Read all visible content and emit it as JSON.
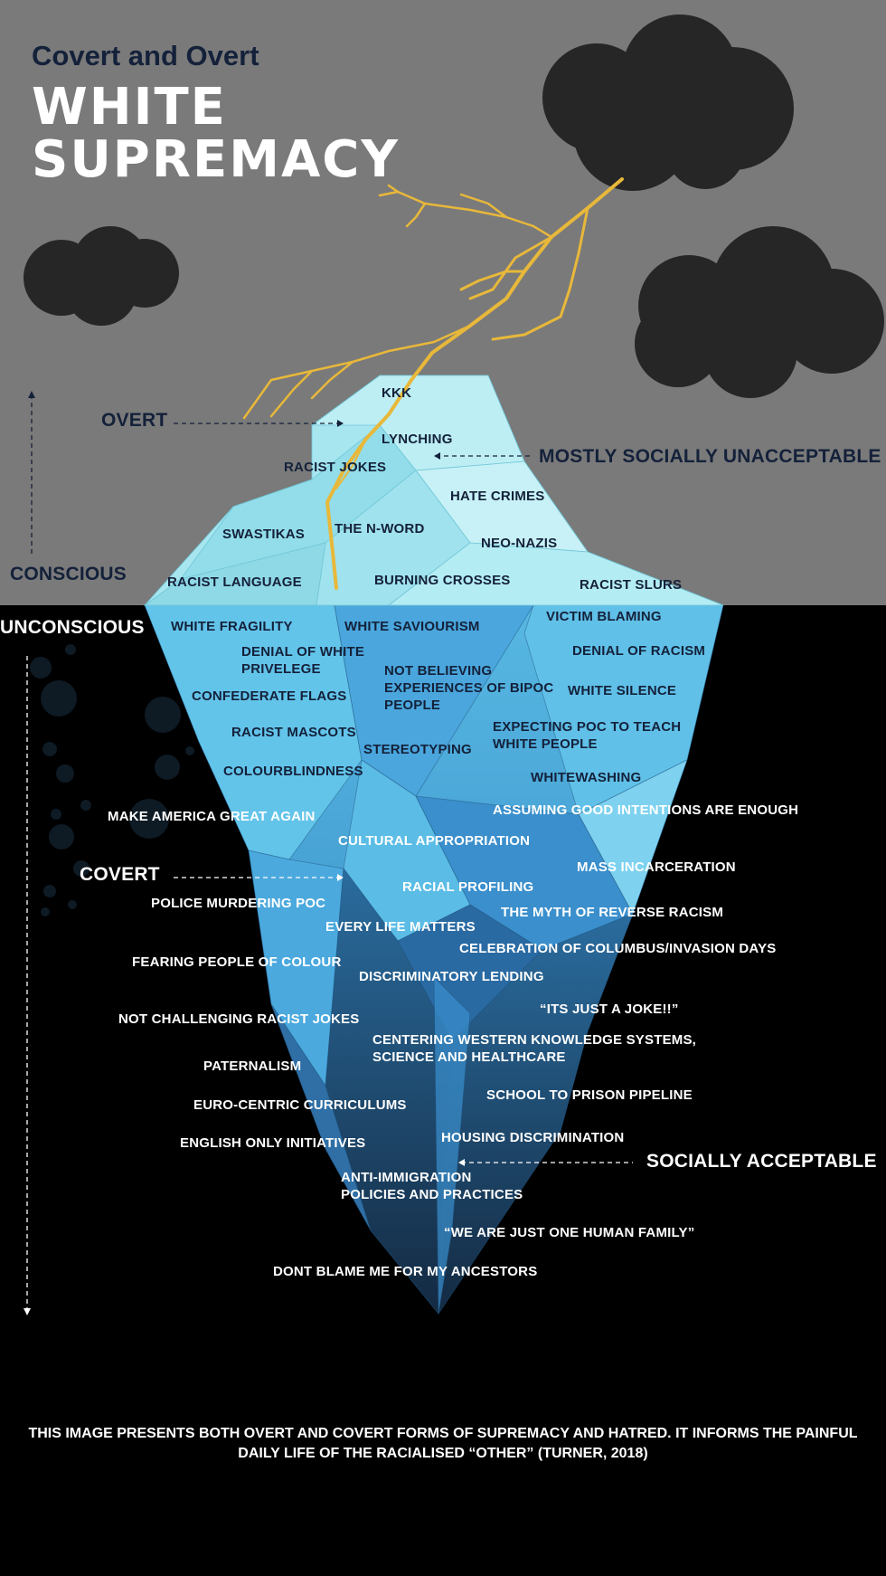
{
  "title": {
    "subtitle": "Covert and Overt",
    "main": "WHITE\nSUPREMACY"
  },
  "side_labels": {
    "overt": "OVERT",
    "covert": "COVERT",
    "conscious": "CONSCIOUS",
    "unconscious": "UNCONSCIOUS",
    "mostly_unacceptable": "MOSTLY SOCIALLY UNACCEPTABLE",
    "socially_acceptable": "SOCIALLY ACCEPTABLE"
  },
  "above_water": [
    "KKK",
    "LYNCHING",
    "RACIST JOKES",
    "HATE CRIMES",
    "SWASTIKAS",
    "THE N-WORD",
    "NEO-NAZIS",
    "RACIST LANGUAGE",
    "BURNING CROSSES",
    "RACIST SLURS"
  ],
  "below_water": [
    "WHITE FRAGILITY",
    "WHITE SAVIOURISM",
    "VICTIM BLAMING",
    "DENIAL OF WHITE\nPRIVELEGE",
    "DENIAL OF RACISM",
    "NOT BELIEVING\nEXPERIENCES OF BIPOC\nPEOPLE",
    "CONFEDERATE FLAGS",
    "WHITE SILENCE",
    "RACIST MASCOTS",
    "EXPECTING POC TO TEACH\nWHITE PEOPLE",
    "STEREOTYPING",
    "COLOURBLINDNESS",
    "WHITEWASHING"
  ],
  "deep": [
    "MAKE AMERICA GREAT AGAIN",
    "ASSUMING GOOD INTENTIONS ARE ENOUGH",
    "CULTURAL APPROPRIATION",
    "MASS INCARCERATION",
    "RACIAL PROFILING",
    "POLICE MURDERING POC",
    "THE MYTH OF REVERSE RACISM",
    "EVERY LIFE MATTERS",
    "CELEBRATION OF COLUMBUS/INVASION DAYS",
    "FEARING PEOPLE OF COLOUR",
    "DISCRIMINATORY LENDING",
    "“ITS JUST A JOKE!!”",
    "NOT CHALLENGING RACIST JOKES",
    "CENTERING WESTERN KNOWLEDGE SYSTEMS,\nSCIENCE AND HEALTHCARE",
    "PATERNALISM",
    "SCHOOL TO PRISON PIPELINE",
    "EURO-CENTRIC CURRICULUMS",
    "HOUSING DISCRIMINATION",
    "ENGLISH ONLY INITIATIVES",
    "ANTI-IMMIGRATION\nPOLICIES AND PRACTICES",
    "“WE ARE JUST ONE HUMAN FAMILY”",
    "DONT BLAME ME FOR MY ANCESTORS"
  ],
  "footer": "THIS IMAGE PRESENTS BOTH OVERT  AND COVERT FORMS OF SUPREMACY AND HATRED. IT  INFORMS THE PAINFUL DAILY LIFE OF THE RACIALISED “OTHER” (TURNER, 2018)",
  "colors": {
    "sky": "#7a7a7a",
    "sea": "#000000",
    "cloud": "#262626",
    "lightning": "#e8b83a",
    "ice_light": "#a7e6ef",
    "ice_mid": "#4fb0de",
    "ice_deep": "#1d3c5c",
    "label_dark": "#14213a"
  }
}
